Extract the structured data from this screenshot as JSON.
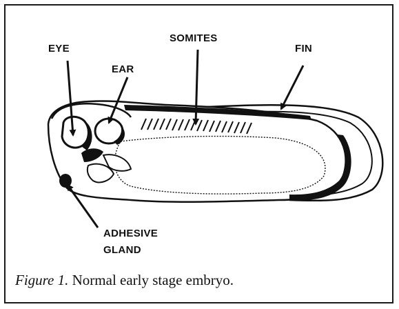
{
  "labels": {
    "eye": "EYE",
    "ear": "EAR",
    "somites": "SOMITES",
    "fin": "FIN",
    "adhesive_line1": "ADHESIVE",
    "adhesive_line2": "GLAND"
  },
  "caption": {
    "figure_label": "Figure 1.",
    "text": " Normal early stage embryo."
  },
  "colors": {
    "ink": "#111111",
    "border": "#1a1a1a",
    "background": "#ffffff"
  }
}
